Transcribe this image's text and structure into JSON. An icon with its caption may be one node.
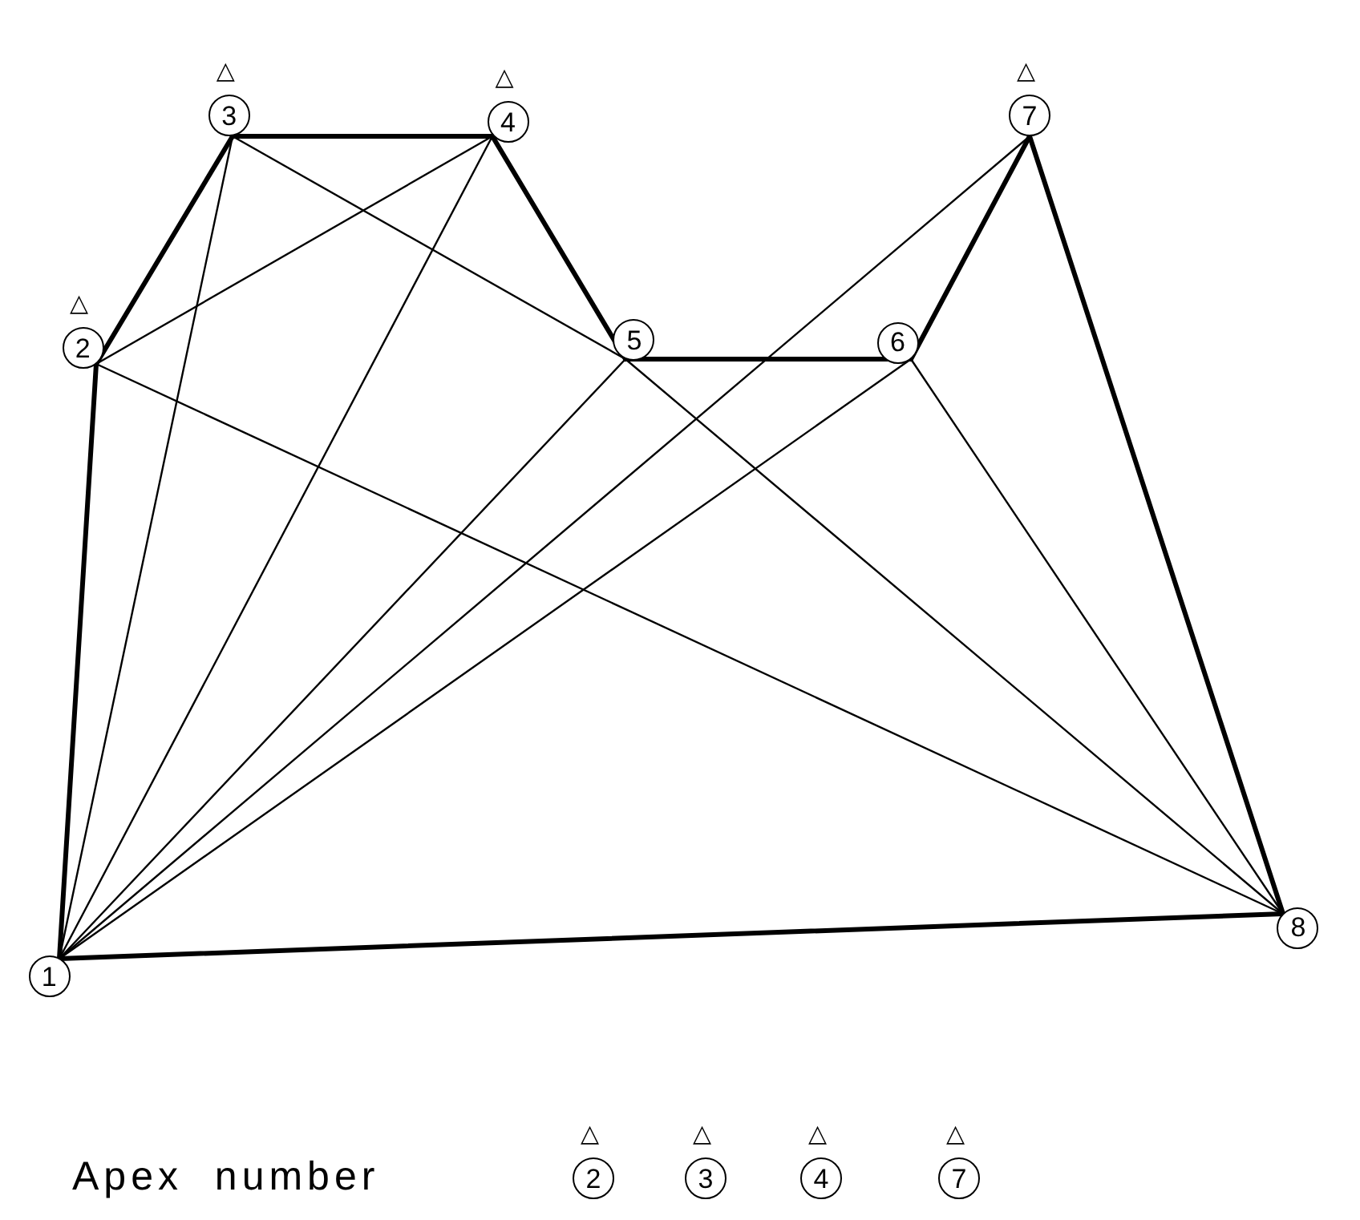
{
  "diagram": {
    "nodes": [
      {
        "text": [
          "1"
        ]
      },
      {
        "text": [
          "2"
        ],
        "beside": [
          "△"
        ]
      },
      {
        "text": [
          "3"
        ],
        "beside": [
          "△"
        ]
      },
      {
        "text": [
          "4"
        ],
        "beside": [
          "△"
        ]
      },
      {
        "text": [
          "5"
        ]
      },
      {
        "text": [
          "6"
        ]
      },
      {
        "text": [
          "7"
        ],
        "beside": [
          "△"
        ]
      },
      {
        "text": [
          "8"
        ]
      },
      {
        "text": [
          "2"
        ],
        "beside": [
          "△"
        ]
      },
      {
        "text": [
          "3"
        ],
        "beside": [
          "△"
        ]
      },
      {
        "text": [
          "4"
        ],
        "beside": [
          "△"
        ]
      },
      {
        "text": [
          "7"
        ],
        "beside": [
          "△"
        ]
      }
    ],
    "edges": [
      {
        "from": 0,
        "to": 1,
        "arrow": "none",
        "style": "thick"
      },
      {
        "from": 1,
        "to": 2,
        "arrow": "none",
        "style": "thick"
      },
      {
        "from": 2,
        "to": 3,
        "arrow": "none",
        "style": "thick"
      },
      {
        "from": 3,
        "to": 4,
        "arrow": "none",
        "style": "thick"
      },
      {
        "from": 4,
        "to": 5,
        "arrow": "none",
        "style": "thick"
      },
      {
        "from": 5,
        "to": 6,
        "arrow": "none",
        "style": "thick"
      },
      {
        "from": 6,
        "to": 7,
        "arrow": "none",
        "style": "thick"
      },
      {
        "from": 7,
        "to": 0,
        "arrow": "none",
        "style": "thick"
      },
      {
        "from": 0,
        "to": 2,
        "arrow": "none"
      },
      {
        "from": 0,
        "to": 3,
        "arrow": "none"
      },
      {
        "from": 1,
        "to": 3,
        "arrow": "none"
      },
      {
        "from": 2,
        "to": 4,
        "arrow": "none"
      },
      {
        "from": 1,
        "to": 7,
        "arrow": "none"
      },
      {
        "from": 0,
        "to": 4,
        "arrow": "none"
      },
      {
        "from": 0,
        "to": 5,
        "arrow": "none"
      },
      {
        "from": 0,
        "to": 6,
        "arrow": "none"
      },
      {
        "from": 4,
        "to": 7,
        "arrow": "none"
      },
      {
        "from": 5,
        "to": 7,
        "arrow": "none"
      }
    ],
    "labels": [
      "Apex number"
    ]
  }
}
